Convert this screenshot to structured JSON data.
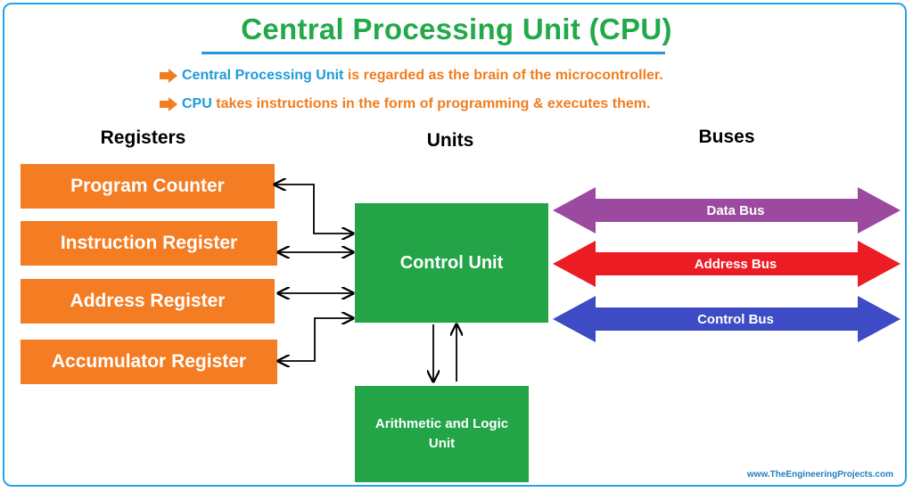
{
  "title": "Central Processing Unit (CPU)",
  "bullets": [
    {
      "highlight": "Central Processing Unit",
      "rest": "is regarded as the brain of the microcontroller."
    },
    {
      "highlight": "CPU",
      "rest": "takes instructions in the form of programming & executes them."
    }
  ],
  "headings": {
    "registers": "Registers",
    "units": "Units",
    "buses": "Buses"
  },
  "registers": [
    "Program Counter",
    "Instruction Register",
    "Address Register",
    "Accumulator Register"
  ],
  "units": {
    "control": "Control Unit",
    "alu": "Arithmetic and Logic Unit"
  },
  "buses": [
    {
      "label": "Data Bus",
      "color": "#9b4aa0"
    },
    {
      "label": "Address Bus",
      "color": "#ec1c24"
    },
    {
      "label": "Control Bus",
      "color": "#3d4bc4"
    }
  ],
  "colors": {
    "title": "#22a94a",
    "register": "#f47c22",
    "unit": "#22a447",
    "accent": "#1f9bd8"
  },
  "watermark": "www.TheEngineeringProjects.com"
}
